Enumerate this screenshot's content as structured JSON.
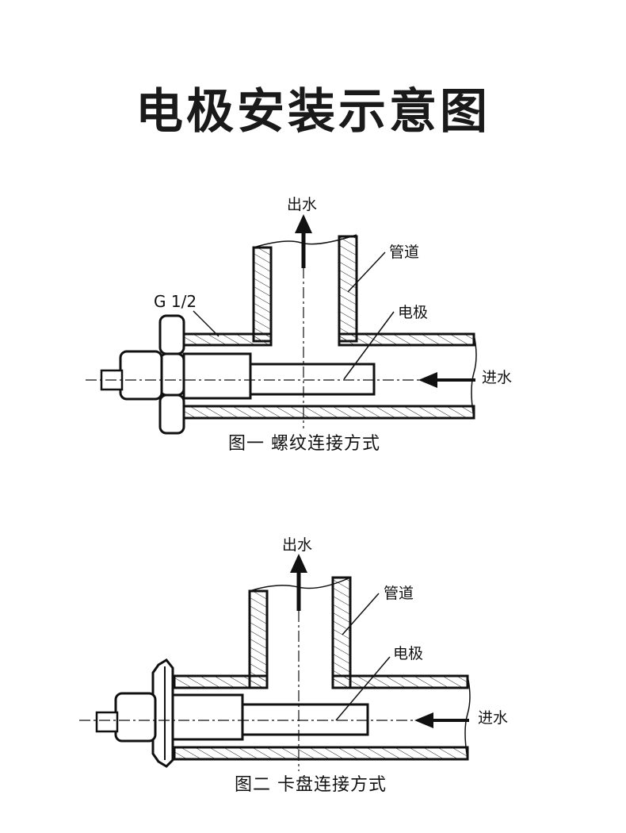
{
  "title": "电极安装示意图",
  "figure1": {
    "outlet_label": "出水",
    "pipe_label": "管道",
    "thread_label": "G 1/2",
    "electrode_label": "电极",
    "inlet_label": "进水",
    "caption": "图一   螺纹连接方式"
  },
  "figure2": {
    "outlet_label": "出水",
    "pipe_label": "管道",
    "electrode_label": "电极",
    "inlet_label": "进水",
    "caption": "图二   卡盘连接方式"
  }
}
